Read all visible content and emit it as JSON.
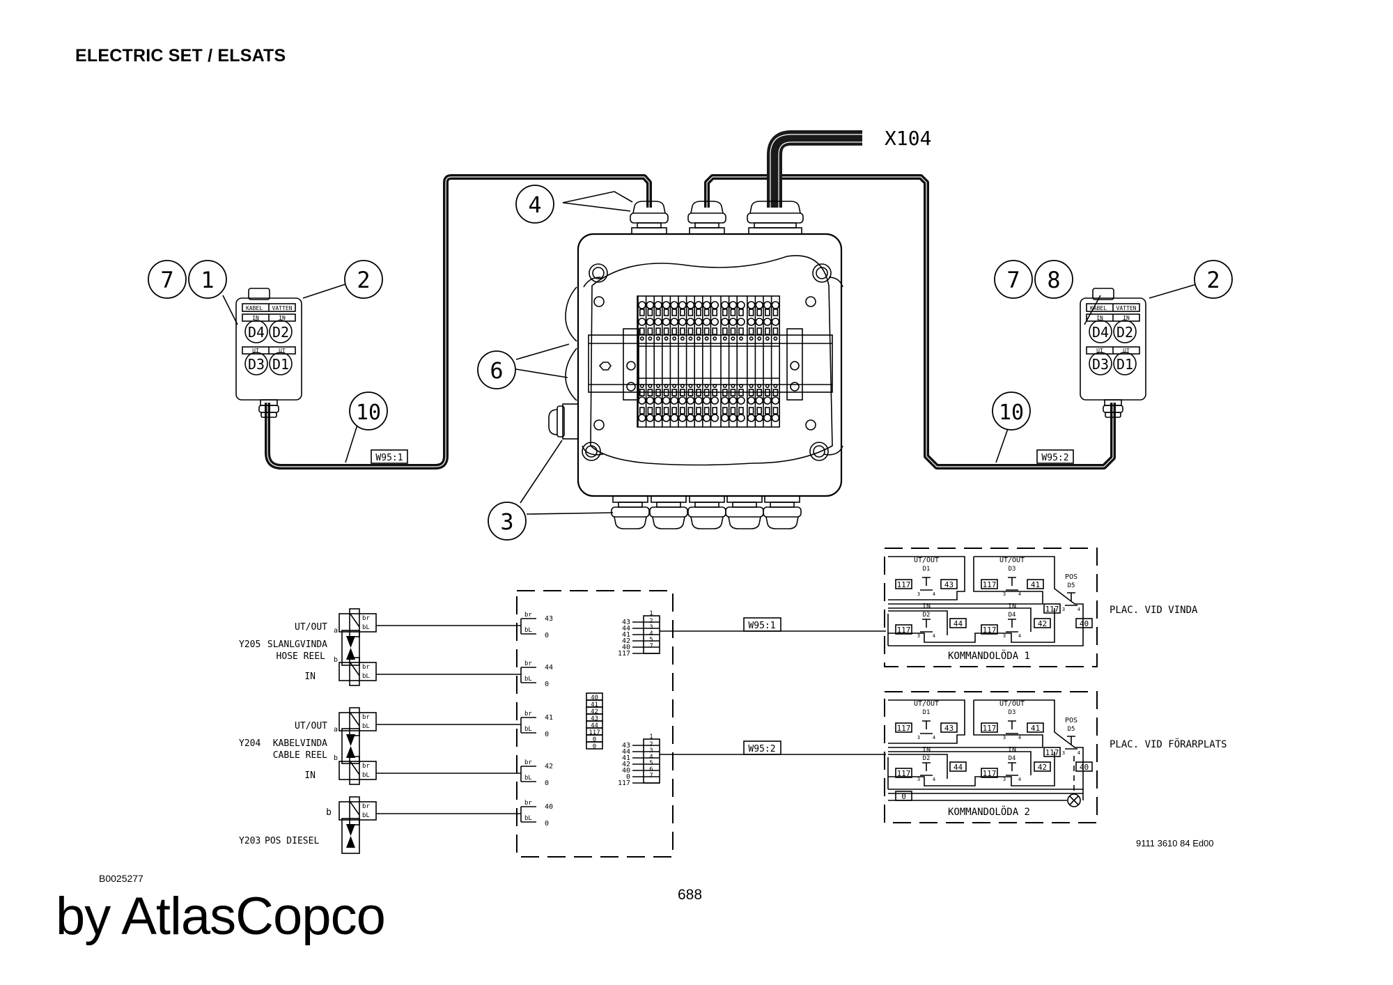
{
  "page": {
    "title": "ELECTRIC SET / ELSATS",
    "doc_code": "B0025277",
    "page_number": "688",
    "brand": "by AtlasCopco",
    "drawing_number": "9111 3610 84 Ed00"
  },
  "assembly": {
    "connector_label": "X104",
    "callouts": {
      "c1": "1",
      "c2_left": "2",
      "c2_right": "2",
      "c3": "3",
      "c4": "4",
      "c6": "6",
      "c7_left": "7",
      "c7_right": "7",
      "c8": "8",
      "c10_left": "10",
      "c10_right": "10"
    },
    "cable_tags": {
      "left": "W95:1",
      "right": "W95:2"
    },
    "control_box": {
      "header_left": "KABEL",
      "header_right": "VATTEN",
      "in_label": "IN",
      "ut_label": "UT",
      "buttons": [
        "D4",
        "D2",
        "D3",
        "D1"
      ]
    }
  },
  "schematic": {
    "valves": [
      {
        "id": "Y205",
        "name1": "SLANLGVINDA",
        "name2": "HOSE REEL",
        "out": "UT/OUT",
        "in": "IN",
        "a": "a",
        "b": "b"
      },
      {
        "id": "Y204",
        "name1": "KABELVINDA",
        "name2": "CABLE REEL",
        "out": "UT/OUT",
        "in": "IN",
        "a": "a",
        "b": "b"
      },
      {
        "id": "Y203",
        "name1": "POS DIESEL",
        "b": "b"
      }
    ],
    "wire_br": "br",
    "wire_bl": "bL",
    "coil_terminals": [
      {
        "br": "43",
        "bl": "0"
      },
      {
        "br": "44",
        "bl": "0"
      },
      {
        "br": "41",
        "bl": "0"
      },
      {
        "br": "42",
        "bl": "0"
      },
      {
        "br": "40",
        "bl": "0"
      }
    ],
    "terminal_strip": [
      "40",
      "41",
      "42",
      "43",
      "44",
      "117",
      "0",
      "0"
    ],
    "connector1": {
      "pins": [
        "1",
        "2",
        "3",
        "4",
        "5",
        "7"
      ],
      "signals": [
        "43",
        "44",
        "41",
        "42",
        "40",
        "117"
      ]
    },
    "connector2": {
      "pins": [
        "1",
        "2",
        "3",
        "4",
        "5",
        "6",
        "7"
      ],
      "signals": [
        "43",
        "44",
        "41",
        "42",
        "40",
        "0",
        "117"
      ]
    },
    "cable1": "W95:1",
    "cable2": "W95:2",
    "box1": {
      "title": "KOMMANDOLÖDA 1",
      "placement": "PLAC. VID VINDA",
      "d1_mode": "UT/OUT",
      "d1": "D1",
      "d1_term": "43",
      "d3_mode": "UT/OUT",
      "d3": "D3",
      "d3_term": "41",
      "d2_mode": "IN",
      "d2": "D2",
      "d2_term": "44",
      "d4_mode": "IN",
      "d4": "D4",
      "d4_term": "42",
      "pos": "POS",
      "d5": "D5",
      "d5_term": "40",
      "common": "117",
      "contact_3": "3",
      "contact_4": "4"
    },
    "box2": {
      "title": "KOMMANDOLÖDA 2",
      "placement": "PLAC. VID FÖRARPLATS",
      "d1_mode": "UT/OUT",
      "d1": "D1",
      "d1_term": "43",
      "d3_mode": "UT/OUT",
      "d3": "D3",
      "d3_term": "41",
      "d2_mode": "IN",
      "d2": "D2",
      "d2_term": "44",
      "d4_mode": "IN",
      "d4": "D4",
      "d4_term": "42",
      "pos": "POS",
      "d5": "D5",
      "d5_term": "40",
      "common": "117",
      "zero": "0",
      "contact_3": "3",
      "contact_4": "4"
    }
  }
}
